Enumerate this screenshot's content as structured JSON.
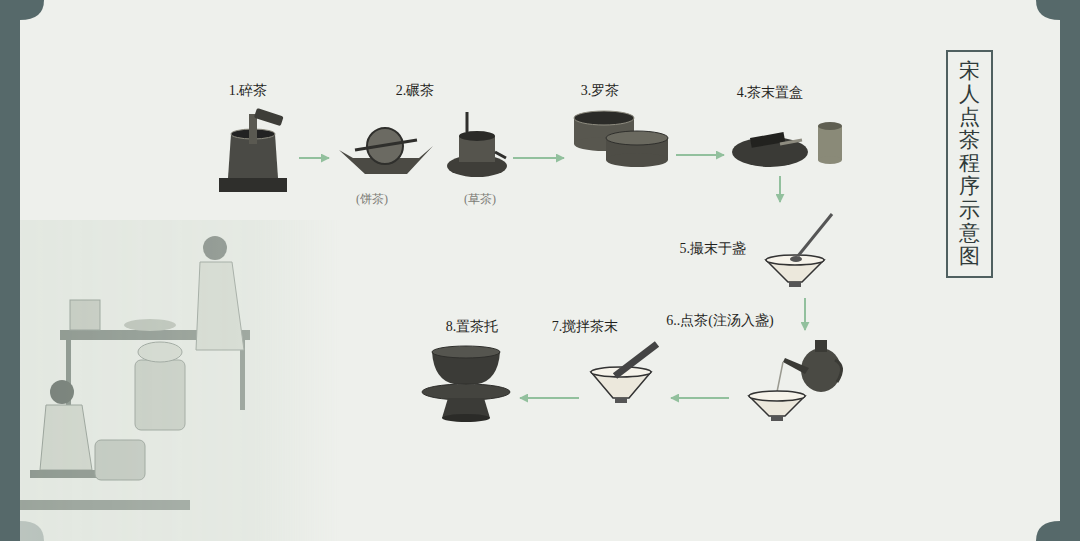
{
  "diagram": {
    "title": "宋人点茶程序示意图",
    "nodes": [
      {
        "text": [
          "1.碎茶"
        ]
      },
      {
        "text": [
          "2.碾茶",
          "(饼茶)",
          "(草茶)"
        ]
      },
      {
        "text": [
          "3.罗茶"
        ]
      },
      {
        "text": [
          "4.茶末置盒"
        ]
      },
      {
        "text": [
          "5.撮末于盏"
        ]
      },
      {
        "text": [
          "6..点茶(注汤入盏)"
        ]
      },
      {
        "text": [
          "7.搅拌茶末"
        ]
      },
      {
        "text": [
          "8.置茶托"
        ]
      }
    ],
    "edges": [
      {
        "from": 0,
        "to": 1,
        "arrow": "to"
      },
      {
        "from": 1,
        "to": 2,
        "arrow": "to"
      },
      {
        "from": 2,
        "to": 3,
        "arrow": "to"
      },
      {
        "from": 3,
        "to": 4,
        "arrow": "to"
      },
      {
        "from": 4,
        "to": 5,
        "arrow": "to"
      },
      {
        "from": 5,
        "to": 6,
        "arrow": "to"
      },
      {
        "from": 6,
        "to": 7,
        "arrow": "to"
      }
    ]
  }
}
